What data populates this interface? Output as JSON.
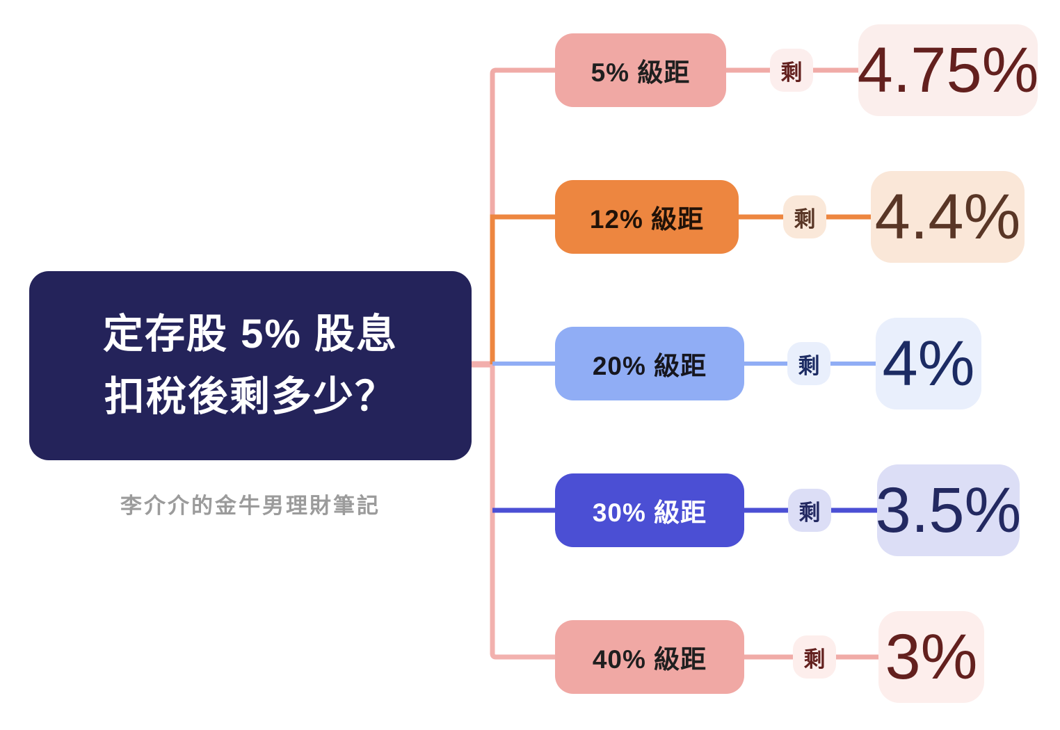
{
  "root": {
    "title_line1": "定存股 5% 股息",
    "title_line2": "扣稅後剩多少？",
    "subtitle": "李介介的金牛男理財筆記",
    "bg": "#24235A",
    "text_color": "#FFFFFF"
  },
  "connector_colors": {
    "root_link": "#F2AEAC",
    "trunk_top": "#F0ABA7",
    "trunk_mid": "#ED8640",
    "trunk_bottom": "#F2B1AE"
  },
  "branches": [
    {
      "label": "5% 級距",
      "remain": "剩",
      "value": "4.75%",
      "box_bg": "#F0A8A4",
      "box_text": "#1F1F1F",
      "line_color": "#F0ABA7",
      "pill_bg": "#FCEEED",
      "value_bg": "#FBEEEC",
      "value_text": "#63201E"
    },
    {
      "label": "12% 級距",
      "remain": "剩",
      "value": "4.4%",
      "box_bg": "#ED8640",
      "box_text": "#211208",
      "line_color": "#ED8640",
      "pill_bg": "#FAE8D9",
      "value_bg": "#FAE7D8",
      "value_text": "#593626"
    },
    {
      "label": "20% 級距",
      "remain": "剩",
      "value": "4%",
      "box_bg": "#90ADF5",
      "box_text": "#16161E",
      "line_color": "#90ADF5",
      "pill_bg": "#E9EFFC",
      "value_bg": "#E9EFFC",
      "value_text": "#1C2B63"
    },
    {
      "label": "30% 級距",
      "remain": "剩",
      "value": "3.5%",
      "box_bg": "#4B4FD4",
      "box_text": "#FFFFFF",
      "line_color": "#4B4FD4",
      "pill_bg": "#DCDEF6",
      "value_bg": "#DCDEF6",
      "value_text": "#232961"
    },
    {
      "label": "40% 級距",
      "remain": "剩",
      "value": "3%",
      "box_bg": "#F0A8A4",
      "box_text": "#1F1F1F",
      "line_color": "#F0ABA7",
      "pill_bg": "#FDEEEC",
      "value_bg": "#FDEEEC",
      "value_text": "#63201E"
    }
  ]
}
